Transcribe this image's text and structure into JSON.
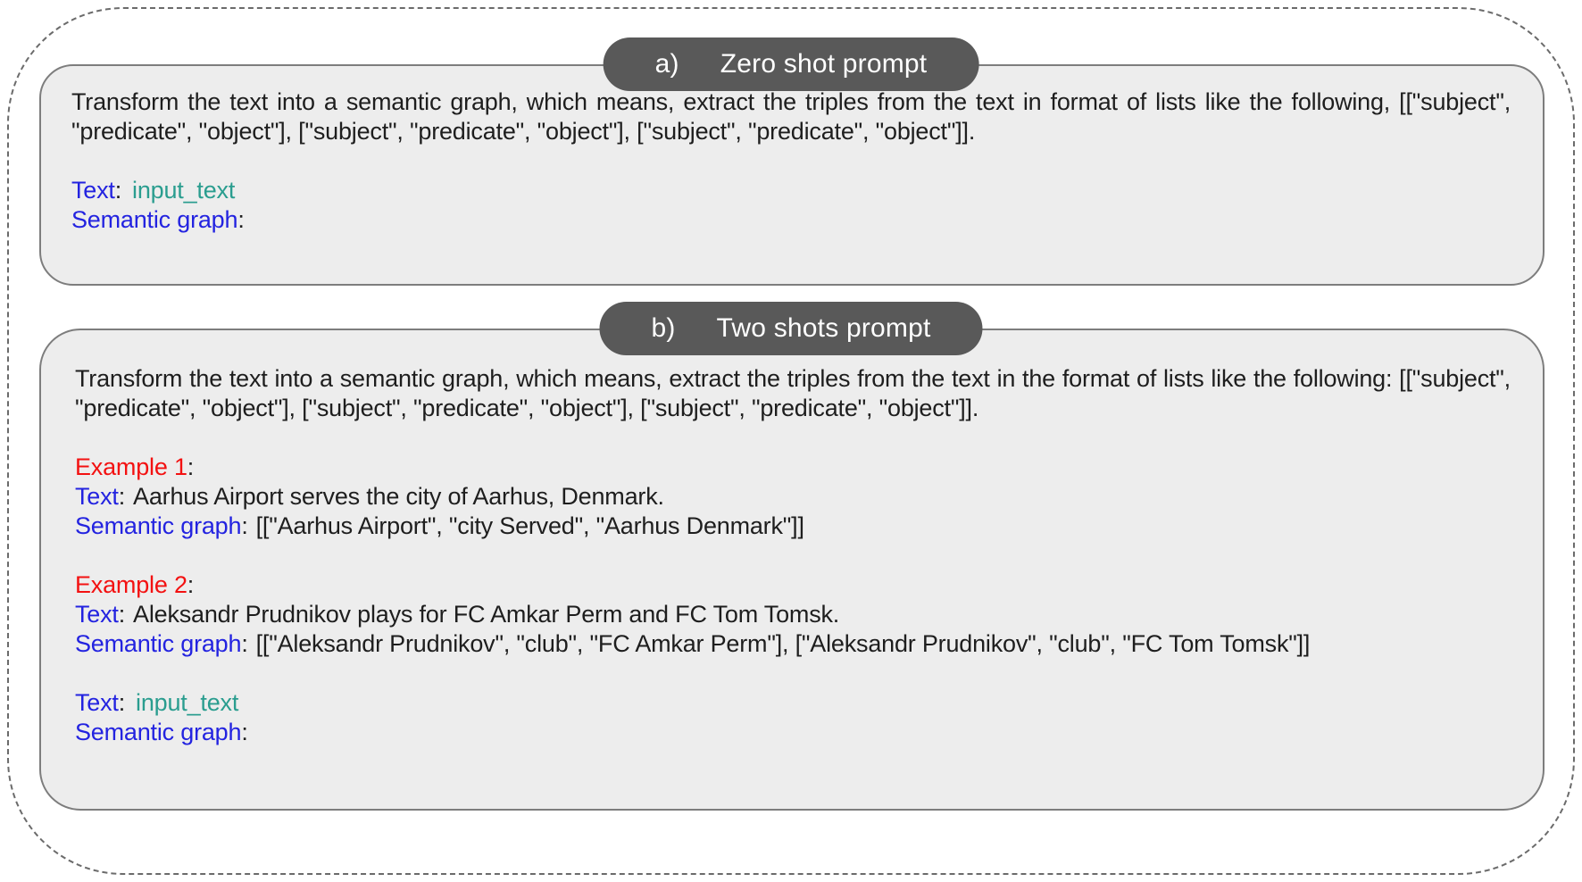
{
  "labels": {
    "text": "Text",
    "semantic_graph": "Semantic graph",
    "colon": ":",
    "input_text": "input_text"
  },
  "panel_a": {
    "tag": "a)",
    "title": "Zero shot prompt",
    "instruction": "Transform the text into a semantic graph, which means, extract the triples from the text in format of lists like the following, [[\"subject\", \"predicate\", \"object\"], [\"subject\", \"predicate\", \"object\"], [\"subject\", \"predicate\", \"object\"]]."
  },
  "panel_b": {
    "tag": "b)",
    "title": "Two shots prompt",
    "instruction": "Transform the text into a semantic graph, which means, extract the triples from the text in the format of lists like the following: [[\"subject\", \"predicate\", \"object\"], [\"subject\", \"predicate\", \"object\"], [\"subject\", \"predicate\", \"object\"]].",
    "examples": [
      {
        "label": "Example 1",
        "text": "Aarhus Airport serves the city of Aarhus, Denmark.",
        "semantic_graph": "[[\"Aarhus Airport\", \"city Served\", \"Aarhus Denmark\"]]"
      },
      {
        "label": "Example 2",
        "text": "Aleksandr Prudnikov plays for FC Amkar Perm and FC Tom Tomsk.",
        "semantic_graph": "[[\"Aleksandr Prudnikov\", \"club\", \"FC Amkar Perm\"], [\"Aleksandr Prudnikov\", \"club\", \"FC Tom Tomsk\"]]"
      }
    ]
  },
  "colors": {
    "label_blue": "#2323e0",
    "value_teal": "#2a9d8f",
    "example_red": "#f31111",
    "header_pill_gray": "#595959",
    "panel_fill": "#ededed",
    "panel_border": "#7d7d7d",
    "dashed_border": "#6b6b6b"
  }
}
